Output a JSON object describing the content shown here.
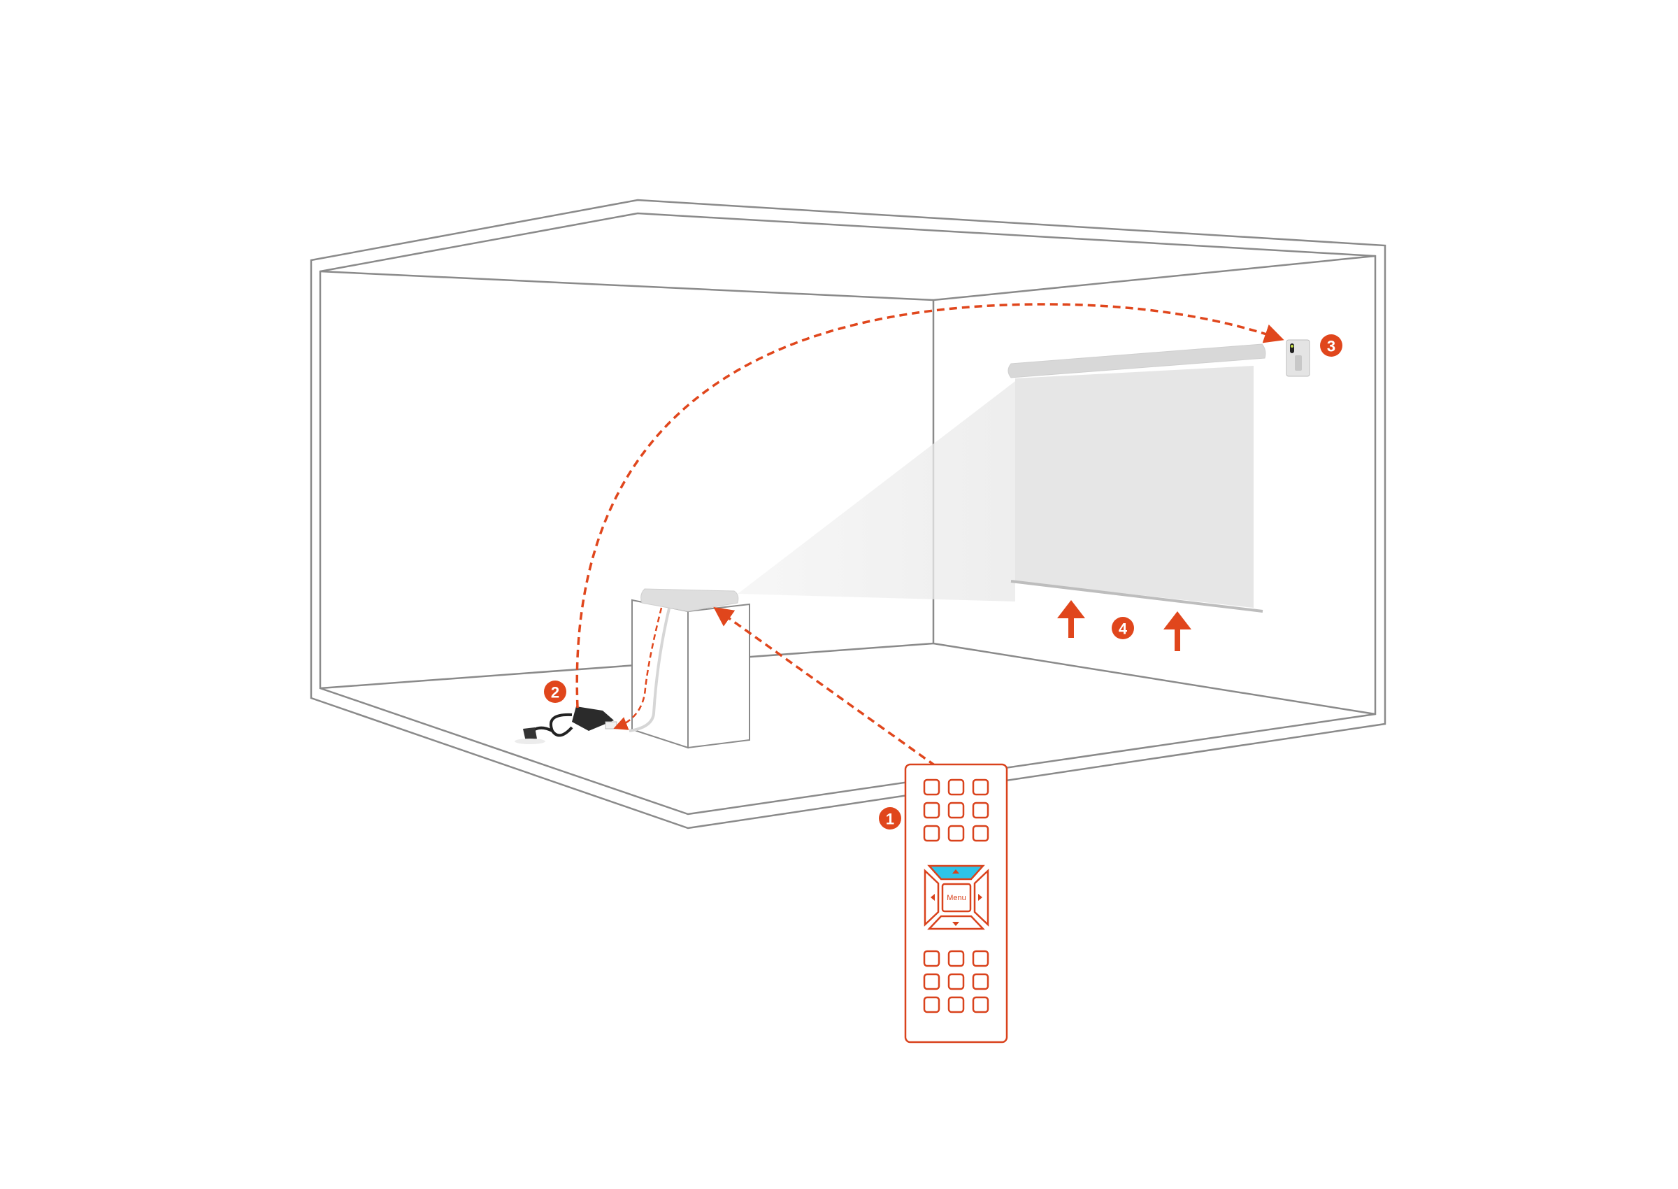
{
  "diagram": {
    "steps": [
      {
        "label": "1",
        "subject": "remote"
      },
      {
        "label": "2",
        "subject": "power-adapter"
      },
      {
        "label": "3",
        "subject": "wall-receiver"
      },
      {
        "label": "4",
        "subject": "screen-raise"
      }
    ],
    "remote": {
      "menu_label": "Menu"
    },
    "colors": {
      "accent": "#e0461c",
      "highlight": "#2ec4e8",
      "wall": "#8a8a8a"
    }
  }
}
